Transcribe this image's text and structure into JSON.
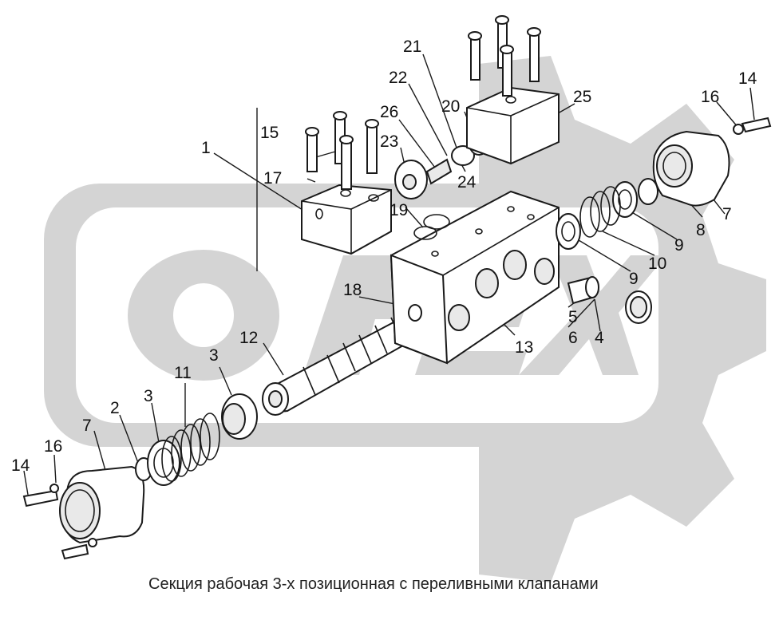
{
  "caption": "Секция рабочая 3-х позиционная с переливными клапанами",
  "watermark_color": "#d4d4d4",
  "callouts": {
    "c1": "1",
    "c2": "2",
    "c3a": "3",
    "c3b": "3",
    "c4": "4",
    "c5": "5",
    "c6": "6",
    "c7a": "7",
    "c7b": "7",
    "c8": "8",
    "c9a": "9",
    "c9b": "9",
    "c10": "10",
    "c11": "11",
    "c12": "12",
    "c13": "13",
    "c14a": "14",
    "c14b": "14",
    "c15": "15",
    "c16a": "16",
    "c16b": "16",
    "c17": "17",
    "c18": "18",
    "c19": "19",
    "c20": "20",
    "c21": "21",
    "c22": "22",
    "c23": "23",
    "c24": "24",
    "c25": "25",
    "c26": "26"
  }
}
